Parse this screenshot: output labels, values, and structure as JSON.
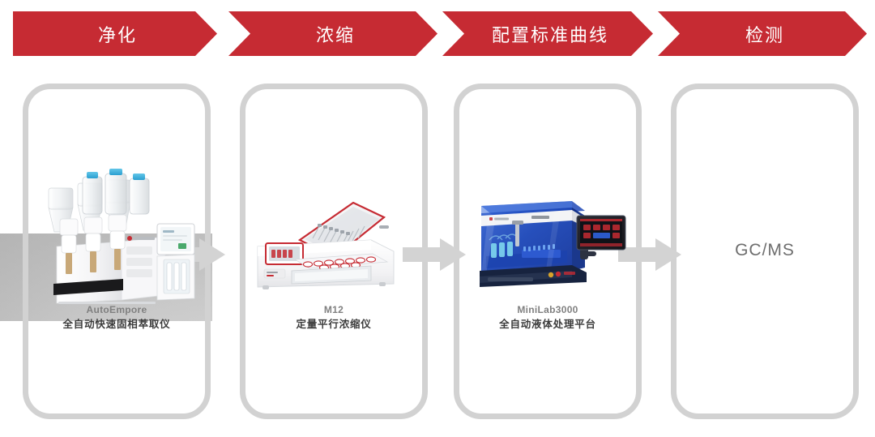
{
  "header": {
    "steps": [
      {
        "label": "净化"
      },
      {
        "label": "浓缩"
      },
      {
        "label": "配置标准曲线"
      },
      {
        "label": "检测"
      }
    ],
    "accent_color": "#c62b33",
    "text_color": "#ffffff"
  },
  "flow": {
    "arrow_color": "#d3d3d3",
    "frame_color": "#d2d2d2",
    "arrows": [
      {
        "name": "arrow-1-to-2"
      },
      {
        "name": "arrow-2-to-3"
      },
      {
        "name": "arrow-3-to-4"
      }
    ]
  },
  "panels": [
    {
      "id": "panel-purification",
      "device_name": "AutoEmpore",
      "device_desc": "全自动快速固相萃取仪",
      "icon": "spe-extractor-icon"
    },
    {
      "id": "panel-concentration",
      "device_name": "M12",
      "device_desc": "定量平行浓缩仪",
      "icon": "parallel-concentrator-icon"
    },
    {
      "id": "panel-standard-curve",
      "device_name": "MiniLab3000",
      "device_desc": "全自动液体处理平台",
      "icon": "liquid-handler-icon"
    },
    {
      "id": "panel-detection",
      "device_name": "GC/MS",
      "device_desc": "",
      "icon": "gcms-text-icon"
    }
  ]
}
